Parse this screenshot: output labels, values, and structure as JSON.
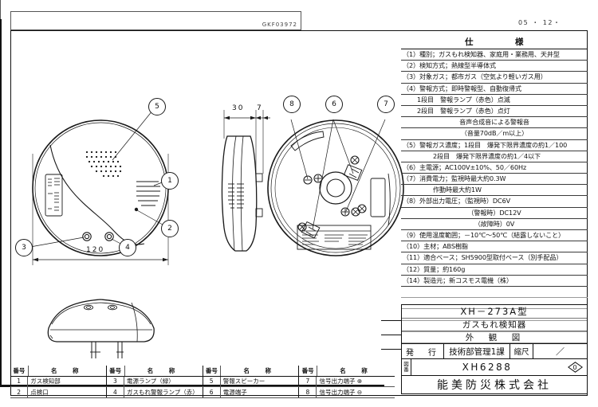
{
  "header": {
    "drawing_code": "GKF03972",
    "revision_date": "05 ・ 12・"
  },
  "spec_table": {
    "header_left": "仕",
    "header_right": "様",
    "rows": [
      {
        "text": "（1）種別；ガスもれ検知器、家庭用・業務用、天井型",
        "indent": 0
      },
      {
        "text": "（2）検知方式；熱線型半導体式",
        "indent": 0
      },
      {
        "text": "（3）対象ガス；都市ガス（空気より軽いガス用）",
        "indent": 0
      },
      {
        "text": "（4）警報方式；即時警報型、自動復帰式",
        "indent": 0
      },
      {
        "text": "1段目　警報ランプ（赤色）点滅",
        "indent": 1
      },
      {
        "text": "2段目　警報ランプ（赤色）点灯",
        "indent": 1
      },
      {
        "text": "音声合成音による警報音",
        "indent": 3
      },
      {
        "text": "（音量70dB／m以上）",
        "indent": 3
      },
      {
        "text": "（5）警報ガス濃度；1段目　爆発下限界濃度の約1／100",
        "indent": 0
      },
      {
        "text": "2段目　爆発下限界濃度の約1／4以下",
        "indent": 2
      },
      {
        "text": "（6）主電源；AC100V±10%、50／60Hz",
        "indent": 0
      },
      {
        "text": "（7）消費電力；監視時最大約0.3W",
        "indent": 0
      },
      {
        "text": "作動時最大約1W",
        "indent": 2
      },
      {
        "text": "（8）外部出力電圧；（監視時）DC6V",
        "indent": 0
      },
      {
        "text": "（警報時）DC12V",
        "indent": 3
      },
      {
        "text": "（故障時）0V",
        "indent": 3
      },
      {
        "text": "（9）使用温度範囲；－10℃～50℃（結露しないこと）",
        "indent": 0
      },
      {
        "text": "（10）主材；ABS樹脂",
        "indent": 0
      },
      {
        "text": "（11）適合ベース；SH5900型取付ベース（別手配品）",
        "indent": 0
      },
      {
        "text": "（12）質量；約160g",
        "indent": 0
      },
      {
        "text": "（14）製造元；新コスモス電機（株）",
        "indent": 0
      },
      {
        "text": "",
        "indent": 0
      },
      {
        "text": "",
        "indent": 0
      },
      {
        "text": "",
        "indent": 0
      },
      {
        "text": "",
        "indent": 0
      },
      {
        "text": "",
        "indent": 0
      }
    ]
  },
  "title_block": {
    "model": "XH－273A型",
    "product": "ガスもれ検知器",
    "doc_type": "外　観　図",
    "issue_label": "発　行",
    "department": "技術部管理1課",
    "scale_label": "縮尺",
    "scale_value": "／",
    "dwg_no_label": "図番",
    "dwg_no": "XH6288",
    "revision_mark": "0",
    "company": "能美防災株式会社"
  },
  "legend": {
    "col_no_header": "番号",
    "col_name_header": "名　称",
    "items": [
      {
        "no": "1",
        "name": "ガス検知部"
      },
      {
        "no": "2",
        "name": "点検口"
      },
      {
        "no": "3",
        "name": "電源ランプ（緑）"
      },
      {
        "no": "4",
        "name": "ガスもれ警報ランプ（赤）"
      },
      {
        "no": "5",
        "name": "警報スピーカー"
      },
      {
        "no": "6",
        "name": "電源端子"
      },
      {
        "no": "7",
        "name": "信号出力端子 ⊕"
      },
      {
        "no": "8",
        "name": "信号出力端子 ⊖"
      }
    ]
  },
  "drawing": {
    "front_view": {
      "dimension_width": "120",
      "callouts": [
        "1",
        "2",
        "3",
        "4",
        "5"
      ]
    },
    "side_view": {
      "dimension_depth": "30",
      "dimension_boss": "7"
    },
    "rear_view": {
      "callouts": [
        "6",
        "7",
        "8"
      ]
    }
  },
  "colors": {
    "line": "#1a1a1a",
    "frame": "#111111",
    "background": "#ffffff"
  }
}
